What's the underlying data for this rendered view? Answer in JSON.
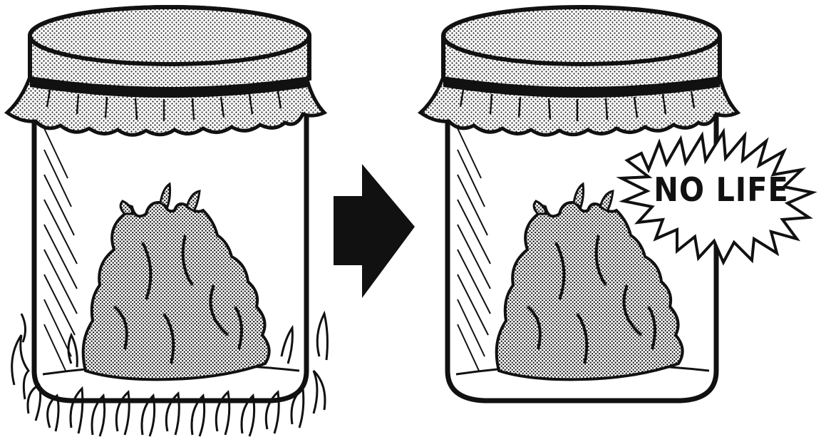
{
  "illustration": {
    "left_panel": {
      "state": "heated jar over flames"
    },
    "arrow": {
      "direction": "right"
    },
    "right_panel": {
      "burst_label": "NO LIFE"
    },
    "colors": {
      "ink": "#111111",
      "paper": "#ffffff",
      "stipple": "#222222"
    }
  }
}
